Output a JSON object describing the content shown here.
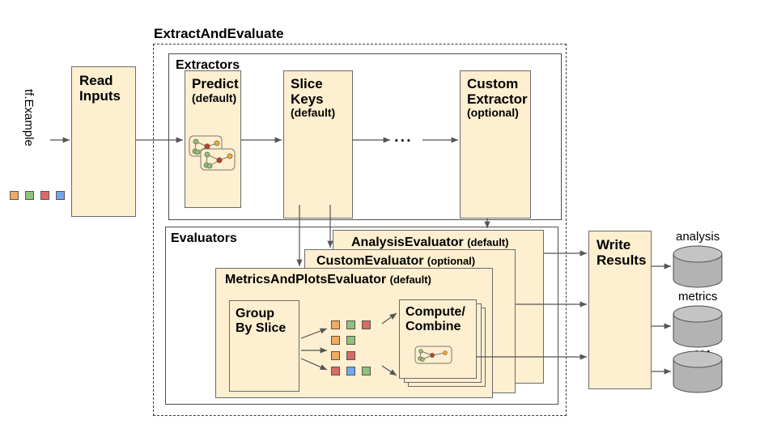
{
  "diagram": {
    "title": "ExtractAndEvaluate",
    "input_label": "tf.Example",
    "read_inputs": {
      "line1": "Read",
      "line2": "Inputs"
    },
    "extractors": {
      "group_label": "Extractors",
      "boxes": [
        {
          "line1": "Predict",
          "qualifier": "(default)",
          "has_graph_icon": true
        },
        {
          "line1": "Slice",
          "line2": "Keys",
          "qualifier": "(default)",
          "has_graph_icon": false
        },
        {
          "line1": "Custom",
          "line2": "Extractor",
          "qualifier": "(optional)",
          "has_graph_icon": false
        }
      ],
      "ellipsis": "..."
    },
    "evaluators": {
      "group_label": "Evaluators",
      "cards": [
        {
          "name": "AnalysisEvaluator",
          "qualifier": "(default)"
        },
        {
          "name": "CustomEvaluator",
          "qualifier": "(optional)"
        },
        {
          "name": "MetricsAndPlotsEvaluator",
          "qualifier": "(default)"
        }
      ],
      "group_by_slice": {
        "line1": "Group",
        "line2": "By Slice"
      },
      "compute_combine": {
        "line1": "Compute/",
        "line2": "Combine"
      },
      "slice_rows": [
        [
          "orange",
          "green",
          "red"
        ],
        [
          "orange",
          "green"
        ],
        [
          "orange",
          "red"
        ],
        [
          "red",
          "blue",
          "green"
        ]
      ]
    },
    "write_results": {
      "line1": "Write",
      "line2": "Results"
    },
    "outputs": [
      {
        "label": "analysis"
      },
      {
        "label": "metrics"
      },
      {
        "label": "..."
      }
    ],
    "input_swatches": [
      "orange",
      "green",
      "red",
      "blue"
    ],
    "colors": {
      "box_fill": "#fdefd0",
      "box_stroke": "#6b6b6b",
      "cylinder_fill": "#b3b3b3",
      "cylinder_stroke": "#4d4d4d",
      "arrow": "#555555",
      "swatch_orange": "#f2ab5e",
      "swatch_green": "#8fc179",
      "swatch_red": "#d96b63",
      "swatch_blue": "#74a5ef"
    }
  }
}
